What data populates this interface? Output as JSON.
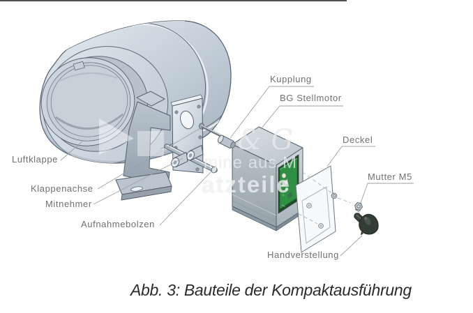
{
  "figure": {
    "caption": "Abb. 3: Bauteile der Kompaktausführung"
  },
  "labels": {
    "luftklappe": "Luftklappe",
    "klappenachse": "Klappenachse",
    "mitnehmer": "Mitnehmer",
    "aufnahmebolzen": "Aufnahmebolzen",
    "kupplung": "Kupplung",
    "bg_stellmotor": "BG Stellmotor",
    "deckel": "Deckel",
    "mutter_m5": "Mutter M5",
    "handverstellung": "Handverstellung"
  },
  "watermark": {
    "script_fragment": "& G",
    "line1_fragment": "mine aus M",
    "line2_fragment": "atzteile"
  },
  "colors": {
    "background": "#ffffff",
    "metal_light": "#dde4ec",
    "metal_mid": "#bcc7d2",
    "metal_dark": "#8d99a5",
    "outline": "#525d69",
    "pcb_green": "#2f8f43",
    "knob_dark": "#333d35",
    "label_text": "#6f7070",
    "caption_text": "#2b2b2b",
    "leader_line": "#9aa1a7"
  }
}
